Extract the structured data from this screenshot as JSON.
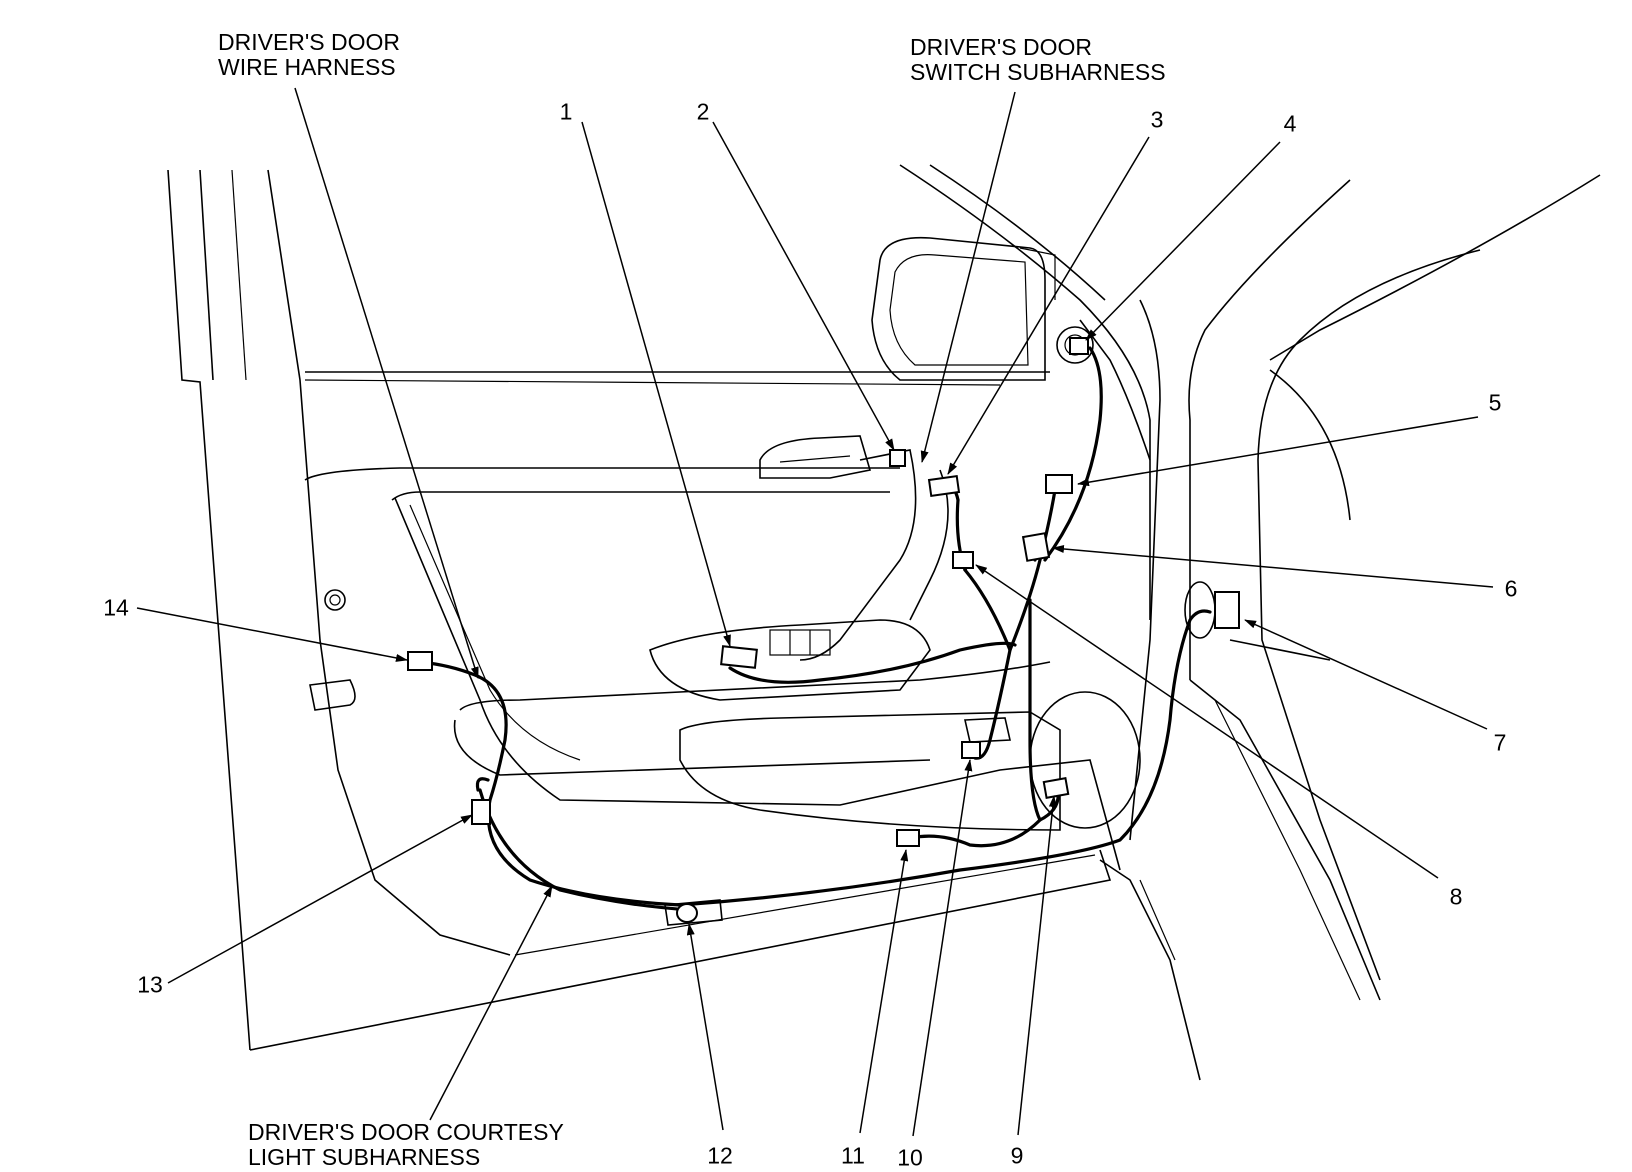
{
  "labels": {
    "wire_harness": [
      "DRIVER'S DOOR",
      "WIRE HARNESS"
    ],
    "switch_subharness": [
      "DRIVER'S DOOR",
      "SWITCH SUBHARNESS"
    ],
    "courtesy_subharness": [
      "DRIVER'S DOOR COURTESY",
      "LIGHT SUBHARNESS"
    ]
  },
  "callouts": [
    "1",
    "2",
    "3",
    "4",
    "5",
    "6",
    "7",
    "8",
    "9",
    "10",
    "11",
    "12",
    "13",
    "14"
  ],
  "colors": {
    "line": "#000000",
    "background": "#ffffff"
  }
}
